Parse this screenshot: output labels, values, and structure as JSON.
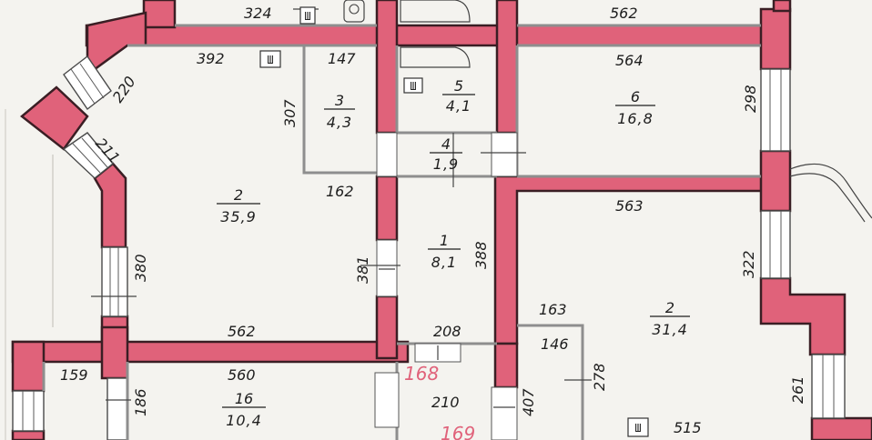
{
  "dimensions": {
    "top_324": "324",
    "top_562": "562",
    "d_392": "392",
    "d_147": "147",
    "d_564": "564",
    "d_220": "220",
    "d_211": "211",
    "d_307": "307",
    "d_298": "298",
    "d_162": "162",
    "d_563": "563",
    "d_388": "388",
    "d_380": "380",
    "d_381": "381",
    "d_322": "322",
    "d_562b": "562",
    "d_208": "208",
    "d_163": "163",
    "d_146": "146",
    "d_278": "278",
    "d_159": "159",
    "d_560": "560",
    "d_186": "186",
    "d_210": "210",
    "d_407": "407",
    "d_261": "261",
    "d_515": "515"
  },
  "rooms": [
    {
      "number": "3",
      "area": "4,3"
    },
    {
      "number": "5",
      "area": "4,1"
    },
    {
      "number": "6",
      "area": "16,8"
    },
    {
      "number": "4",
      "area": "1,9"
    },
    {
      "number": "2",
      "area": "35,9"
    },
    {
      "number": "1",
      "area": "8,1"
    },
    {
      "number": "2",
      "area": "31,4"
    },
    {
      "number": "16",
      "area": "10,4"
    }
  ],
  "apartments": {
    "a168": "168",
    "a169": "169"
  },
  "risers": {
    "r1": "Ш",
    "r2": "Ш",
    "r3": "Ш",
    "r4": "Ш"
  },
  "colors": {
    "wall": "#e0627a",
    "wall_outline": "#3a1e24",
    "partition": "#8e8e8e",
    "background": "#f4f3ef"
  }
}
